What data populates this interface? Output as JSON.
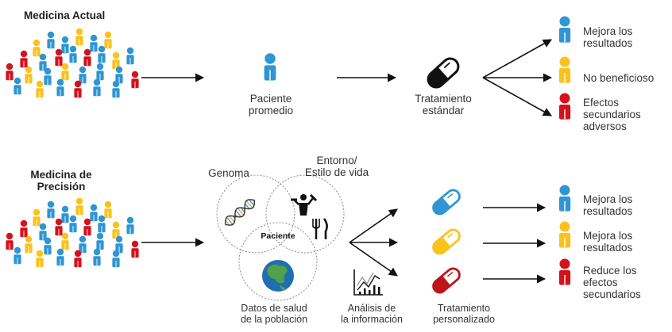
{
  "colors": {
    "blue": "#2F95D3",
    "yellow": "#FCC21B",
    "red": "#D3121E",
    "arrow": "#111111"
  },
  "top": {
    "title": "Medicina Actual",
    "average_patient": [
      "Paciente",
      "promedio"
    ],
    "standard_treatment": [
      "Tratamiento",
      "estándar"
    ],
    "outcomes": [
      {
        "lines": [
          "Mejora los",
          "resultados"
        ],
        "color": "blue"
      },
      {
        "lines": [
          "No beneficioso"
        ],
        "color": "yellow"
      },
      {
        "lines": [
          "Efectos",
          "secundarios",
          "adversos"
        ],
        "color": "red"
      }
    ]
  },
  "bottom": {
    "title": [
      "Medicina de",
      "Precisión"
    ],
    "venn": {
      "genoma": "Genoma",
      "entorno": [
        "Entorno/",
        "Estilo de vida"
      ],
      "center": "Paciente",
      "datos": [
        "Datos de salud",
        "de la población"
      ]
    },
    "analysis": [
      "Análisis de",
      "la información"
    ],
    "personalized": [
      "Tratamiento",
      "personalizado"
    ],
    "outcomes": [
      {
        "lines": [
          "Mejora los",
          "resultados"
        ],
        "color": "blue"
      },
      {
        "lines": [
          "Mejora los",
          "resultados"
        ],
        "color": "yellow"
      },
      {
        "lines": [
          "Reduce los",
          "efectos",
          "secundarios"
        ],
        "color": "red"
      }
    ]
  }
}
